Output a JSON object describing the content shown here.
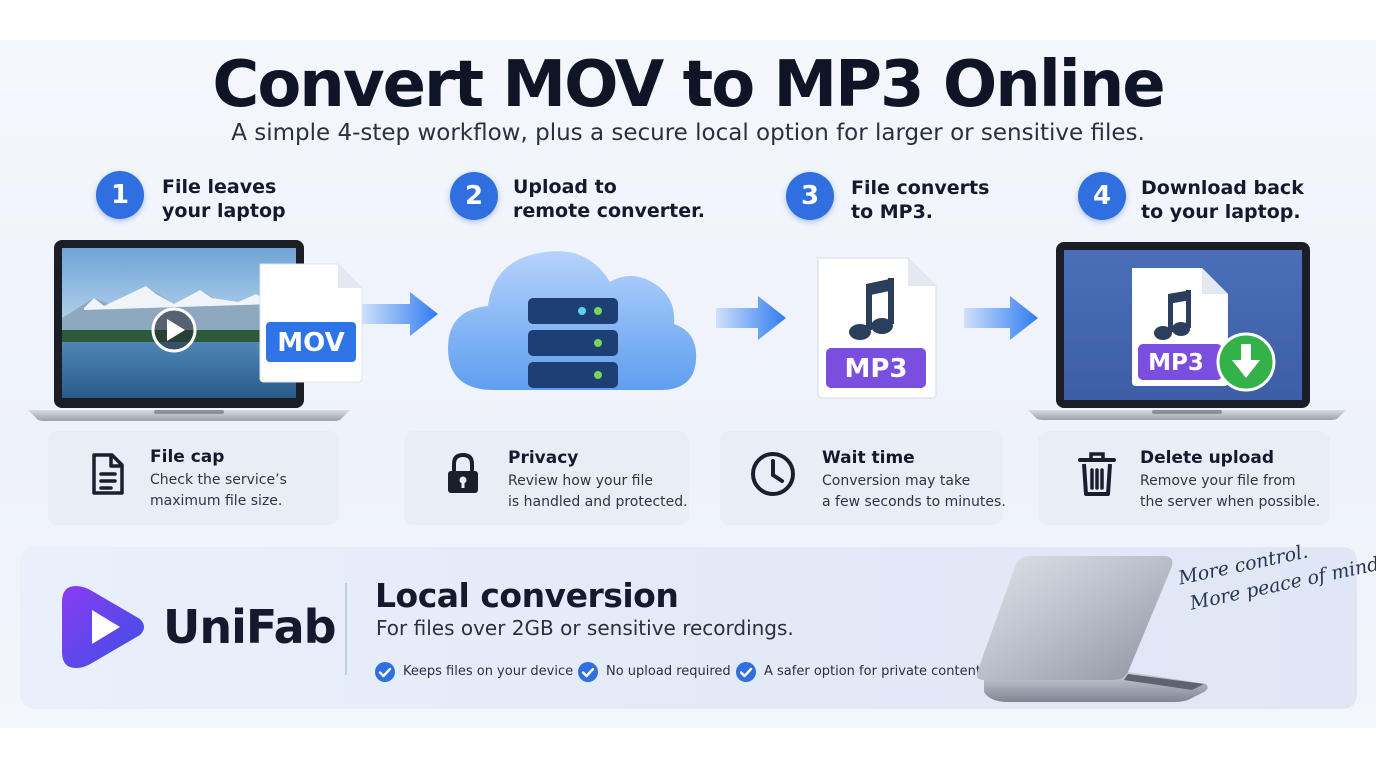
{
  "header": {
    "title": "Convert MOV to MP3 Online",
    "subtitle": "A simple 4-step workflow, plus a secure local option for larger or sensitive files."
  },
  "steps": [
    {
      "number": "1",
      "line1": "File leaves",
      "line2": "your laptop",
      "badge": "MOV",
      "icon": "laptop-with-video-icon"
    },
    {
      "number": "2",
      "line1": "Upload to",
      "line2": "remote converter.",
      "icon": "cloud-server-icon"
    },
    {
      "number": "3",
      "line1": "File converts",
      "line2": "to MP3.",
      "badge": "MP3",
      "icon": "music-file-icon"
    },
    {
      "number": "4",
      "line1": "Download back",
      "line2": "to your laptop.",
      "badge": "MP3",
      "icon": "laptop-download-icon"
    }
  ],
  "info_cards": [
    {
      "title": "File cap",
      "line1": "Check the service’s",
      "line2": "maximum file size.",
      "icon": "document-icon"
    },
    {
      "title": "Privacy",
      "line1": "Review how your file",
      "line2": "is handled and protected.",
      "icon": "lock-icon"
    },
    {
      "title": "Wait time",
      "line1": "Conversion may take",
      "line2": "a few seconds to minutes.",
      "icon": "clock-icon"
    },
    {
      "title": "Delete upload",
      "line1": "Remove your file from",
      "line2": "the server when possible.",
      "icon": "trash-icon"
    }
  ],
  "banner": {
    "brand": "UniFab",
    "title": "Local conversion",
    "subtitle": "For files over 2GB or sensitive recordings.",
    "features": [
      "Keeps files on your device",
      "No upload required",
      "A safer option for private content"
    ],
    "slogan_line1": "More control.",
    "slogan_line2": "More peace of mind."
  },
  "colors": {
    "accent": "#2f6fe0",
    "mov_badge": "#2f74e6",
    "mp3_badge": "#7a4fe0",
    "download_badge": "#33b24a",
    "brand_gradient_start": "#8a3cf0",
    "brand_gradient_end": "#3b4fe6"
  }
}
